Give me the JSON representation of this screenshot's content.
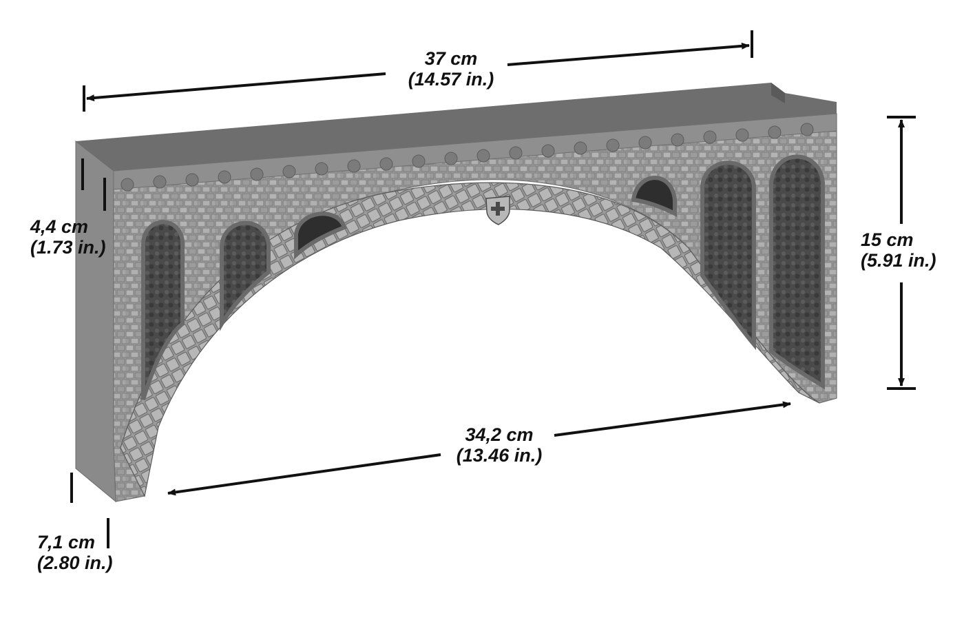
{
  "colors": {
    "background": "#ffffff",
    "stone_light": "#a9a9a9",
    "stone_mid": "#8c8c8c",
    "stone_dark": "#5f5f5f",
    "deck": "#6e6e6e",
    "opening": "#2a2a2a",
    "dimension_line": "#111111"
  },
  "dimensions": {
    "length_top": {
      "metric": "37 cm",
      "imperial": "(14.57 in.)"
    },
    "span_bottom": {
      "metric": "34,2 cm",
      "imperial": "(13.46 in.)"
    },
    "height": {
      "metric": "15 cm",
      "imperial": "(5.91 in.)"
    },
    "deck_height": {
      "metric": "4,4 cm",
      "imperial": "(1.73 in.)"
    },
    "depth": {
      "metric": "7,1 cm",
      "imperial": "(2.80 in.)"
    }
  },
  "emblem": {
    "icon": "swiss-cross-shield-icon"
  }
}
